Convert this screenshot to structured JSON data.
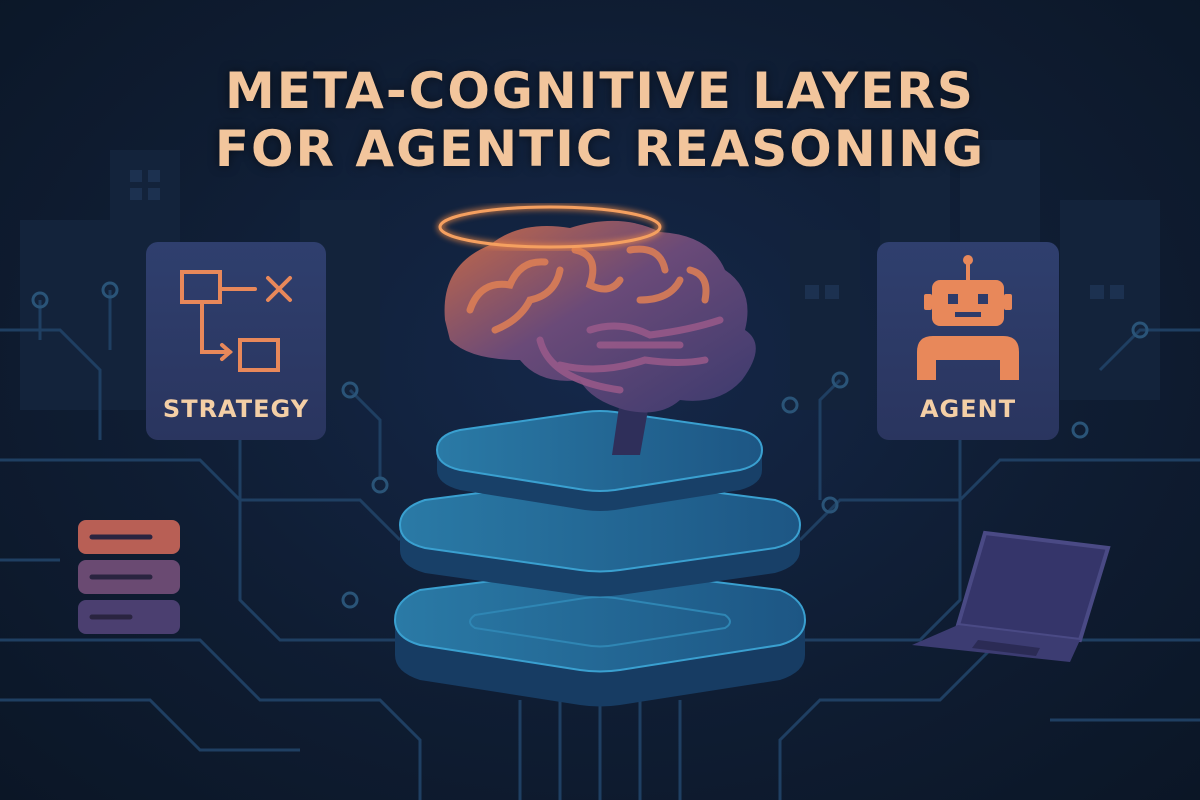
{
  "title": {
    "line1": "META-COGNITIVE LAYERS",
    "line2": "FOR AGENTIC REASONING"
  },
  "cards": {
    "strategy": "STRATEGY",
    "agent": "AGENT"
  },
  "icons": [
    "flowchart-icon",
    "robot-icon",
    "brain-icon",
    "halo-icon",
    "server-stack-icon",
    "laptop-icon",
    "layer-stack-icon",
    "circuit-lines"
  ],
  "colors": {
    "background": "#0e1a2d",
    "title": "#f2c59c",
    "accent_orange": "#e8885a",
    "card": "#2b3a66",
    "layer": "#1f5f8a"
  }
}
